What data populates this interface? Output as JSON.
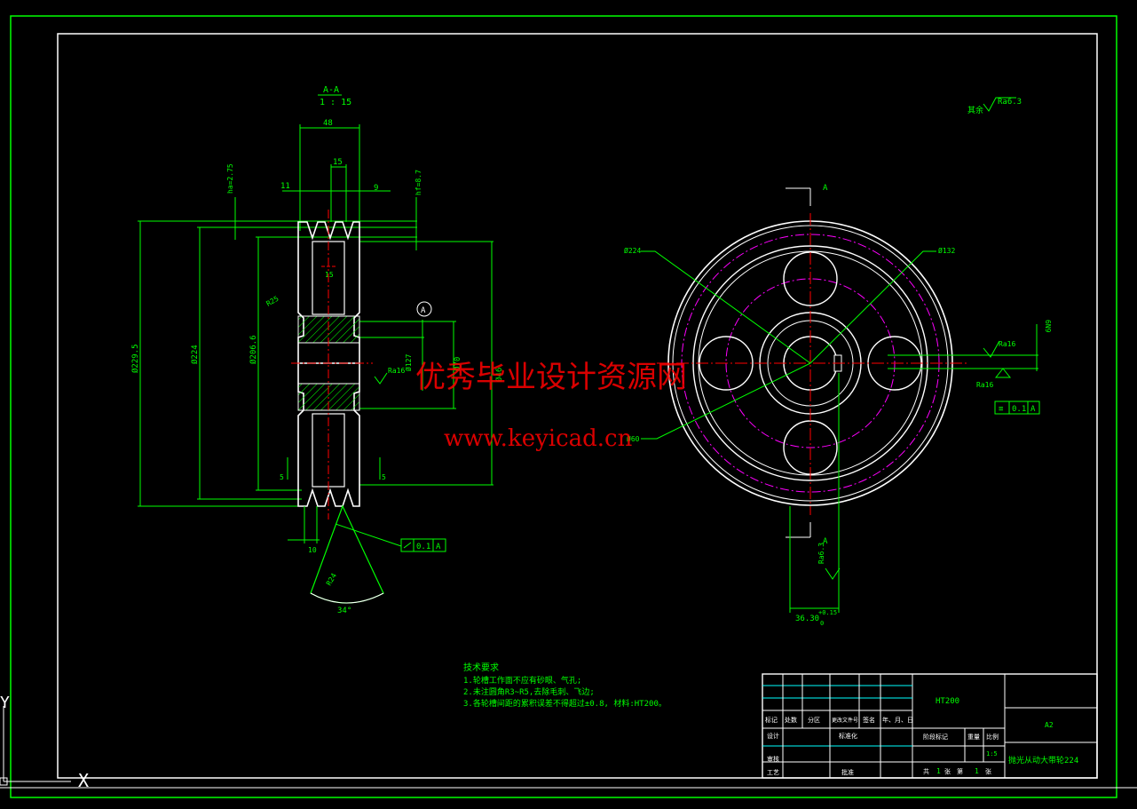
{
  "section": {
    "label": "A-A",
    "scale": "1 : 15",
    "dims": {
      "width_48": "48",
      "d15": "15",
      "d11": "11",
      "d9": "9",
      "ha": "ha=2.75",
      "hf": "hf=8.7",
      "d15b": "15",
      "r25": "R25",
      "od": "Ø229.5",
      "d224": "Ø224",
      "d206": "Ø206.6",
      "d46": "Ø46",
      "d70": "Ø70",
      "bore": "Ø127",
      "ra_a": "Ra16",
      "d5a": "5",
      "d5b": "5",
      "d0": "10",
      "angle": "34°",
      "radius_small": "R24"
    },
    "datum": "A",
    "tol_flat": "0.1",
    "tol_datum": "A"
  },
  "front": {
    "arrow_top": "A",
    "arrow_bottom": "A",
    "d224": "Ø224",
    "d132": "Ø132",
    "d60": "Ø60",
    "ra16": "Ra16",
    "ra16b": "Ra16",
    "dim_vert": "6N9",
    "keyway": "36.30",
    "keyway_tol": "+0.15",
    "keyway_tol2": "0",
    "ra_key": "Ra6.3",
    "tol_sym": "0.1",
    "tol_datum": "A"
  },
  "surface": {
    "mark": "Ra6.3",
    "prefix": "其余"
  },
  "tech": {
    "title": "技术要求",
    "line1": "1.轮槽工作面不应有砂眼、气孔;",
    "line2": "2.未注圆角R3~R5,去除毛刺、飞边;",
    "line3": "3.各轮槽间距的累积误差不得超过±0.8, 材料:HT200。"
  },
  "titleblock": {
    "material": "HT200",
    "sheet": "A2",
    "drawing_name": "抛光从动大带轮224",
    "cells": {
      "biaoji": "标记",
      "chushu": "处数",
      "fenqu": "分区",
      "gengai": "更改文件号",
      "qianming": "签名",
      "nianyueri": "年、月、日",
      "sheji": "设计",
      "biaozhunhua": "标准化",
      "jieduan": "阶段标记",
      "zhongliang": "重量",
      "bili": "比例",
      "scale_val": "1:5",
      "shenhe": "审核",
      "gongyi": "工艺",
      "pizhun": "批准",
      "gong": "共",
      "zhang": "张",
      "di": "第",
      "zhang2": "张",
      "total": "1",
      "current": "1"
    }
  },
  "watermark": {
    "line1": "优秀毕业设计资源网",
    "line2": "www.keyicad.cn"
  },
  "ucs": {
    "y": "Y",
    "x": "X"
  }
}
